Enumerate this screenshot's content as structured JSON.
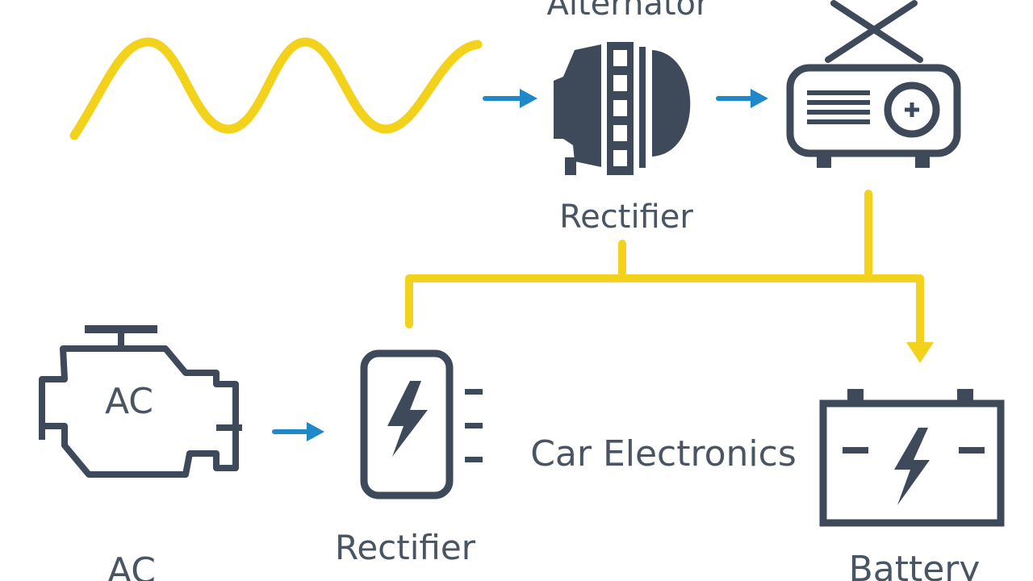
{
  "labels": {
    "alternator": "Alternator",
    "rectifier_top": "Rectifier",
    "ac_engine": "AC",
    "ac_bottom": "AC",
    "rectifier_bottom": "Rectifier",
    "car_electronics": "Car Electronics",
    "battery": "Battery"
  },
  "colors": {
    "wave_yellow": "#F2D21B",
    "arrow_blue": "#1E88C9",
    "icon_slate": "#3E4A5A",
    "text_gray": "#4A5563",
    "background": "#FFFFFF"
  },
  "icons": {
    "waveform": "ac-sine-wave-icon",
    "alternator": "alternator-icon",
    "projector": "rectifier-box-icon",
    "engine": "engine-icon",
    "phone": "charging-device-icon",
    "battery": "car-battery-icon"
  }
}
